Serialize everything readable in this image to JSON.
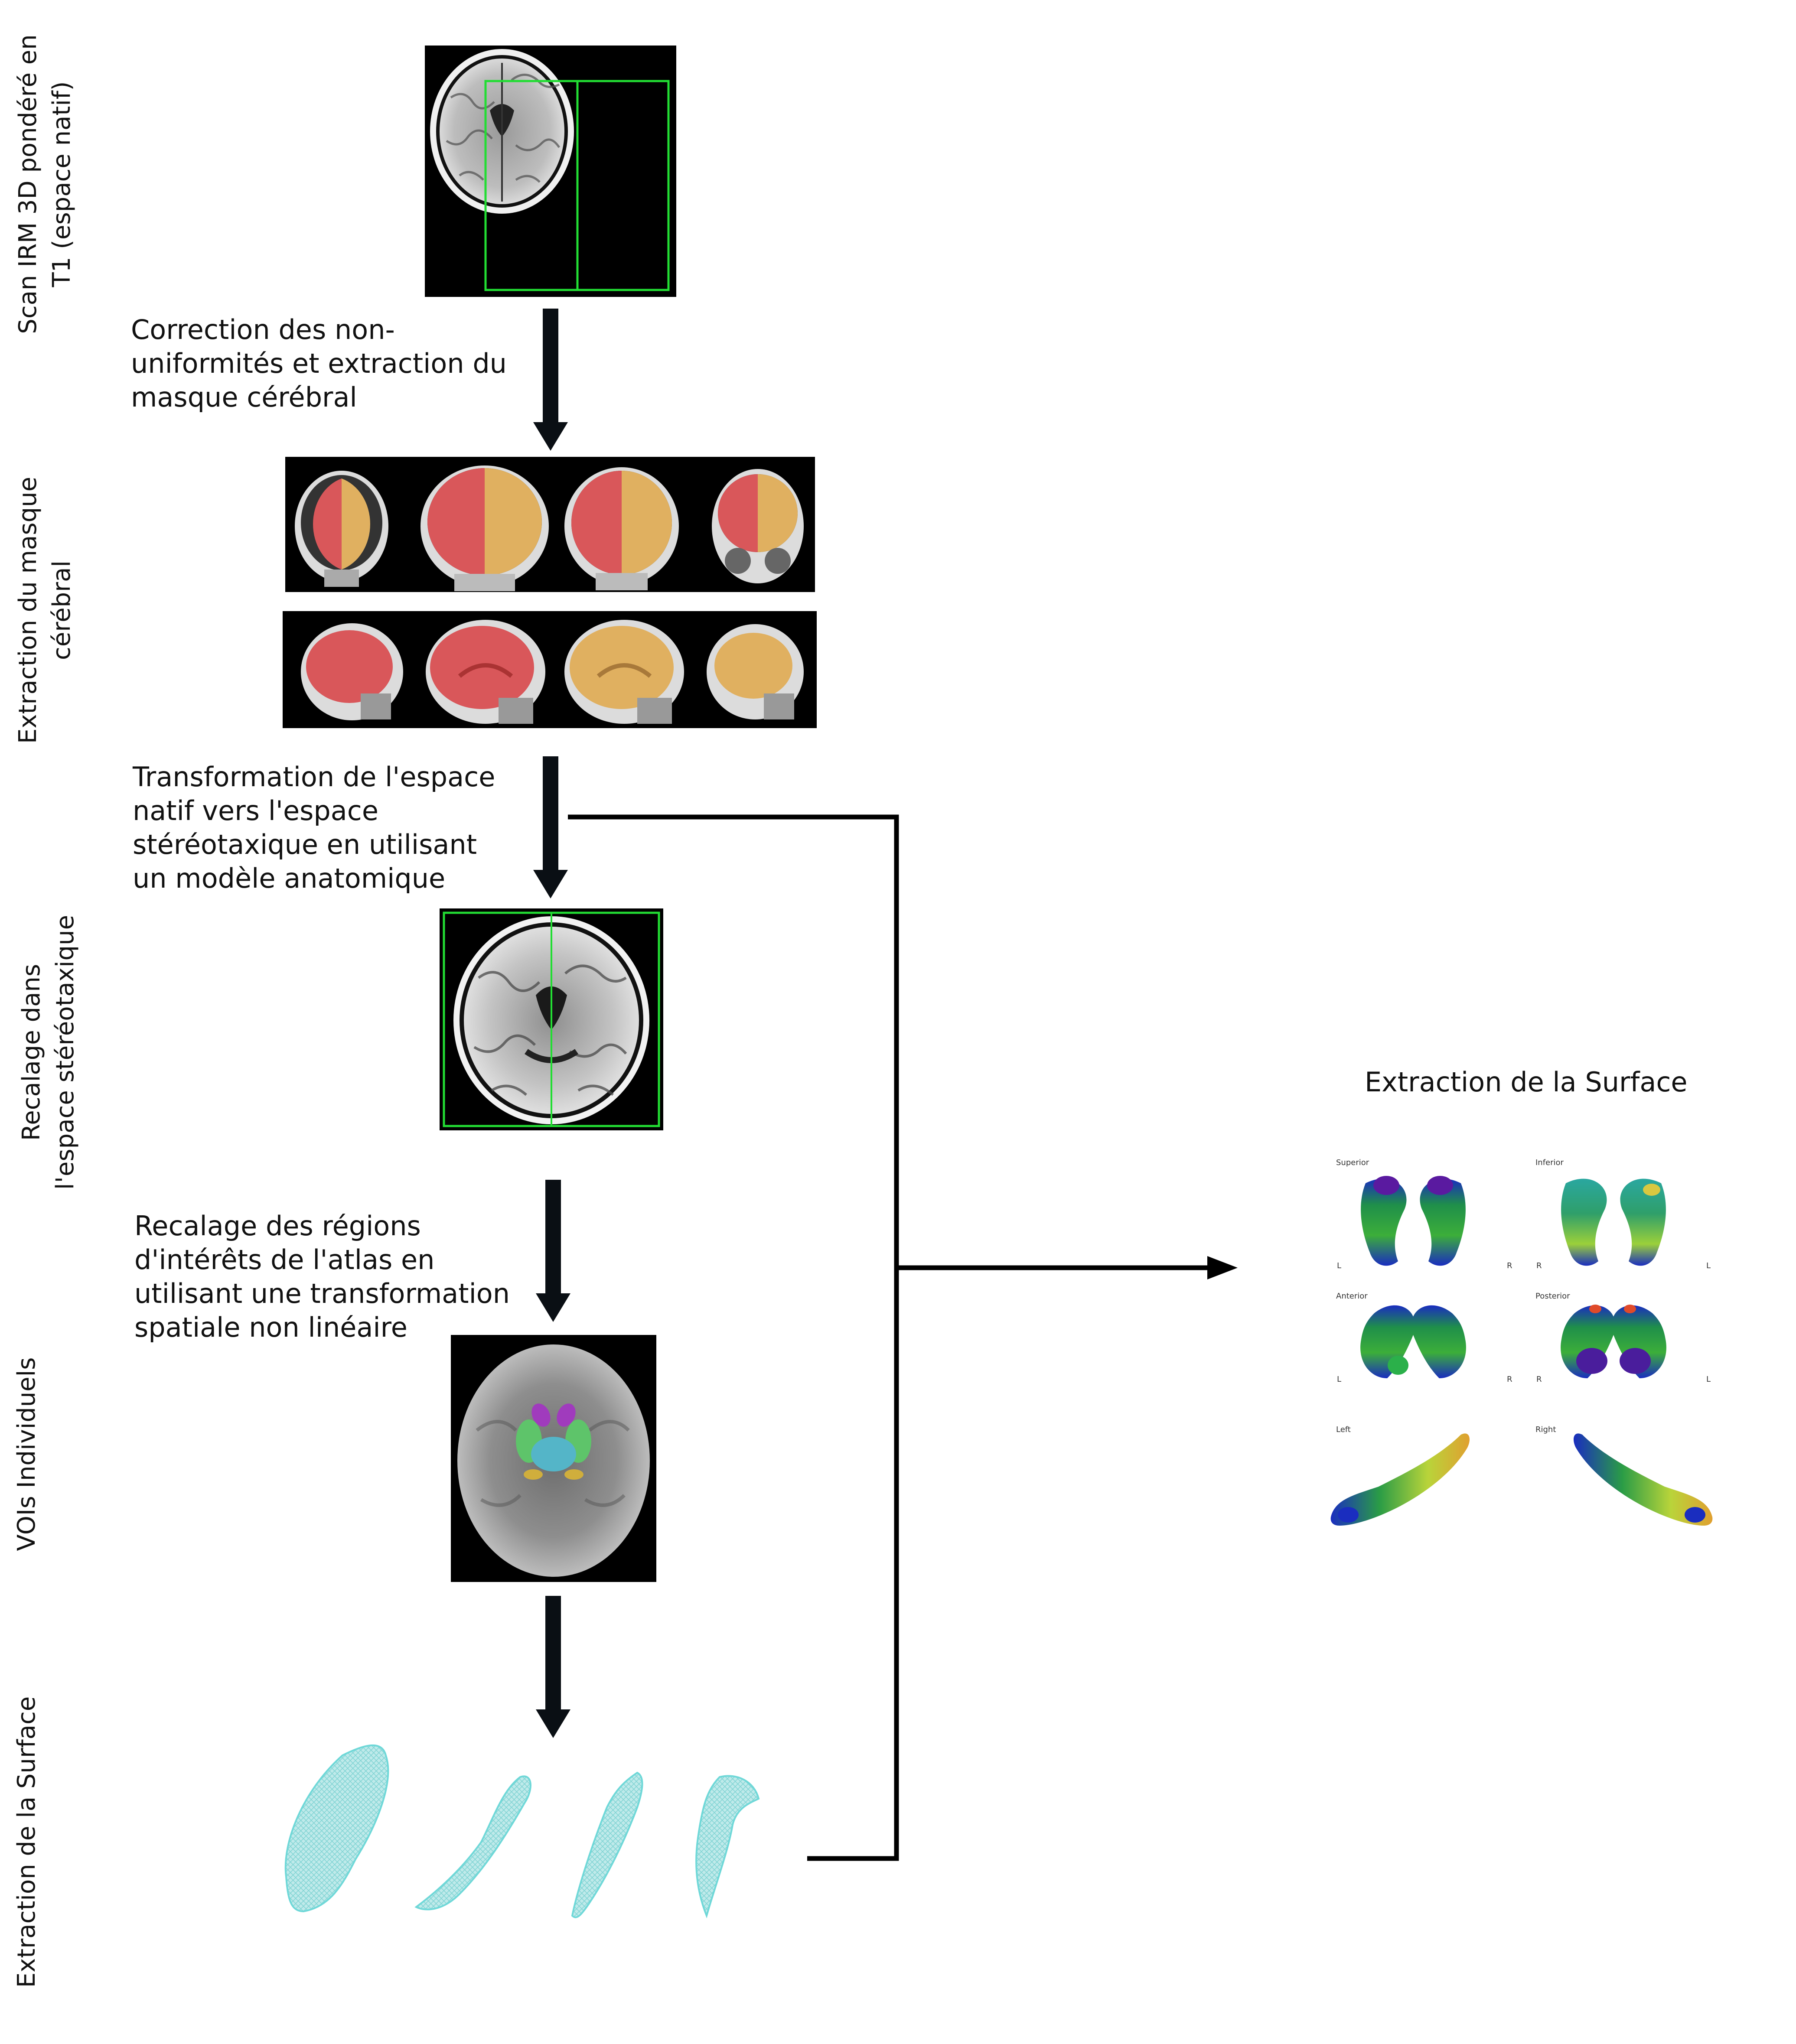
{
  "colors": {
    "arrow": "#0a0f14",
    "connector": "#000000",
    "green_box": "#22dd33",
    "left_hemisphere": "#d9575a",
    "right_hemisphere": "#e0b060",
    "mesh": "#6fd8d8"
  },
  "row_labels": {
    "row1": [
      "Scan IRM 3D pondéré en",
      "T1 (espace natif)"
    ],
    "row2": [
      "Extraction du masque",
      "cérébral"
    ],
    "row3": [
      "Recalage dans",
      "l'espace stéréotaxique"
    ],
    "row4": [
      "VOIs Individuels"
    ],
    "row5": [
      "Extraction de la Surface"
    ]
  },
  "steps": {
    "step1": [
      "Correction des non-",
      "uniformités et extraction du",
      "masque cérébral"
    ],
    "step2": [
      "Transformation de l'espace",
      "natif vers l'espace",
      "stéréotaxique en utilisant",
      "un modèle anatomique"
    ],
    "step3": [
      "Recalage des régions",
      "d'intérêts de l'atlas en",
      "utilisant une transformation",
      "spatiale non linéaire"
    ]
  },
  "surface_panel": {
    "title": "Extraction de la Surface",
    "views": {
      "superior": "Superior",
      "inferior": "Inferior",
      "anterior": "Anterior",
      "posterior": "Posterior",
      "left": "Left",
      "right": "Right"
    },
    "sides": {
      "l": "L",
      "r": "R"
    }
  },
  "icons": {
    "down_arrow": "down-arrow-icon",
    "right_arrow": "right-arrow-icon"
  }
}
